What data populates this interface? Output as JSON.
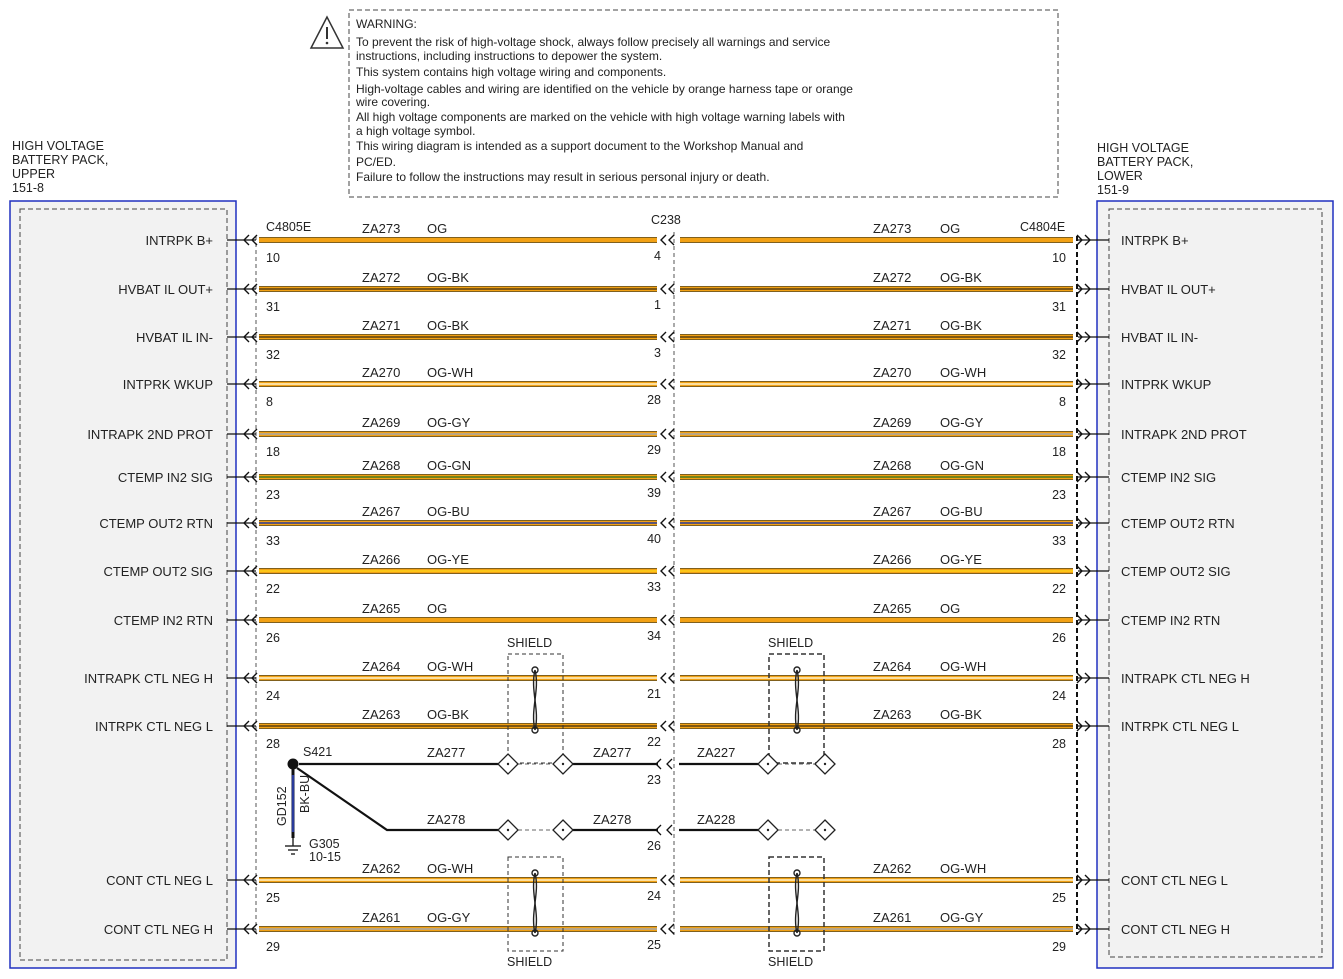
{
  "warning": {
    "title": "WARNING:",
    "lines": [
      "To prevent the risk of high-voltage shock, always follow precisely all warnings and service",
      "instructions, including instructions to depower the system.",
      "This system contains high voltage wiring and components.",
      "High-voltage cables and wiring are identified on the vehicle by orange harness tape or orange",
      "wire covering.",
      "All high voltage components are marked on the vehicle with high voltage warning labels with",
      "a high voltage symbol.",
      "This wiring diagram is intended as a support document to the Workshop Manual and",
      "PC/ED.",
      "Failure to follow the instructions may result in serious personal injury or death."
    ]
  },
  "components": {
    "upper": {
      "lines": [
        "HIGH VOLTAGE",
        "BATTERY PACK,",
        "UPPER",
        "151-8"
      ]
    },
    "lower": {
      "lines": [
        "HIGH VOLTAGE",
        "BATTERY PACK,",
        "LOWER",
        "151-9"
      ]
    }
  },
  "connectors": {
    "left": "C4805E",
    "middle": "C238",
    "right": "C4804E"
  },
  "colors": {
    "OG": "#f2a114",
    "BK": "#5a4010",
    "WH": "#fff4cc",
    "GY": "#a8a8a8",
    "GN": "#4a7a1a",
    "BU": "#2a3a9a",
    "YE": "#ffd21a",
    "frame_blue": "#2030c0",
    "black_wire": "#111111"
  },
  "circuits": [
    {
      "label": "INTRPK B+",
      "wire": "ZA273",
      "color": "OG",
      "pinL": "10",
      "pinM": "4",
      "pinR": "10"
    },
    {
      "label": "HVBAT IL OUT+",
      "wire": "ZA272",
      "color": "OG-BK",
      "pinL": "31",
      "pinM": "1",
      "pinR": "31"
    },
    {
      "label": "HVBAT IL IN-",
      "wire": "ZA271",
      "color": "OG-BK",
      "pinL": "32",
      "pinM": "3",
      "pinR": "32"
    },
    {
      "label": "INTPRK WKUP",
      "wire": "ZA270",
      "color": "OG-WH",
      "pinL": "8",
      "pinM": "28",
      "pinR": "8"
    },
    {
      "label": "INTRAPK 2ND PROT",
      "wire": "ZA269",
      "color": "OG-GY",
      "pinL": "18",
      "pinM": "29",
      "pinR": "18"
    },
    {
      "label": "CTEMP IN2 SIG",
      "wire": "ZA268",
      "color": "OG-GN",
      "pinL": "23",
      "pinM": "39",
      "pinR": "23"
    },
    {
      "label": "CTEMP OUT2 RTN",
      "wire": "ZA267",
      "color": "OG-BU",
      "pinL": "33",
      "pinM": "40",
      "pinR": "33"
    },
    {
      "label": "CTEMP OUT2 SIG",
      "wire": "ZA266",
      "color": "OG-YE",
      "pinL": "22",
      "pinM": "33",
      "pinR": "22"
    },
    {
      "label": "CTEMP IN2 RTN",
      "wire": "ZA265",
      "color": "OG",
      "pinL": "26",
      "pinM": "34",
      "pinR": "26"
    },
    {
      "label": "INTRAPK CTL NEG H",
      "wire": "ZA264",
      "color": "OG-WH",
      "pinL": "24",
      "pinM": "21",
      "pinR": "24"
    },
    {
      "label": "INTRPK CTL NEG L",
      "wire": "ZA263",
      "color": "OG-BK",
      "pinL": "28",
      "pinM": "22",
      "pinR": "28"
    },
    {
      "label": "CONT CTL NEG L",
      "wire": "ZA262",
      "color": "OG-WH",
      "pinL": "25",
      "pinM": "24",
      "pinR": "25"
    },
    {
      "label": "CONT CTL NEG H",
      "wire": "ZA261",
      "color": "OG-GY",
      "pinL": "29",
      "pinM": "25",
      "pinR": "29"
    }
  ],
  "shields": {
    "label": "SHIELD",
    "splice": "S421",
    "drain": [
      {
        "left": "ZA277",
        "mid": "ZA277",
        "right": "ZA227",
        "pinM": "23"
      },
      {
        "left": "ZA278",
        "mid": "ZA278",
        "right": "ZA228",
        "pinM": "26"
      }
    ]
  },
  "ground": {
    "circuit": "GD152",
    "color": "BK-BU",
    "point": "G305",
    "ref": "10-15"
  }
}
